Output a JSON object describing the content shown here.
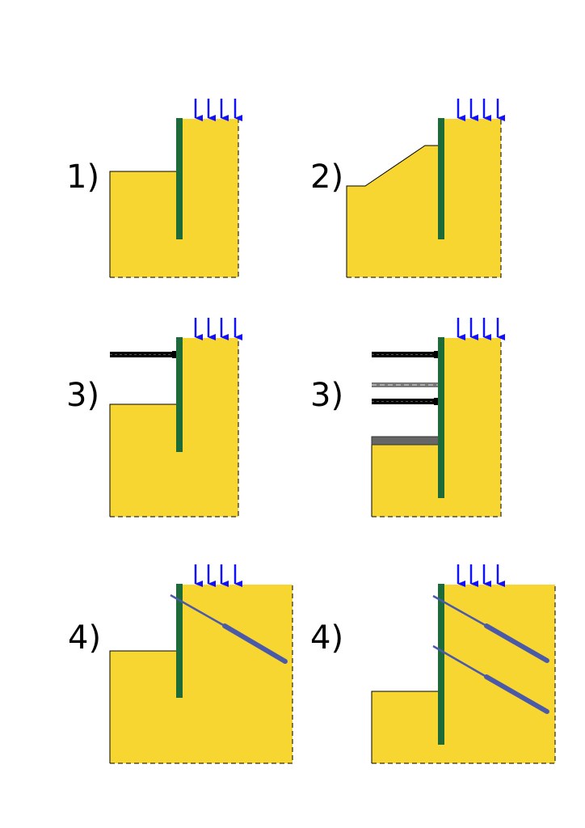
{
  "colors": {
    "soil": "#f7d631",
    "wall": "#1e6b3a",
    "load": "#1010ff",
    "anchor": "#4a5aa8",
    "strut": "#000000",
    "strut_alt": "#777777",
    "slab": "#666666"
  },
  "panels": [
    {
      "id": "p1",
      "label": "1)",
      "features": [
        "surcharge-load",
        "cantilever-wall"
      ]
    },
    {
      "id": "p2",
      "label": "2)",
      "features": [
        "surcharge-load",
        "cantilever-wall",
        "berm"
      ]
    },
    {
      "id": "p3a",
      "label": "3)",
      "features": [
        "surcharge-load",
        "wall",
        "strut"
      ]
    },
    {
      "id": "p3b",
      "label": "3)",
      "features": [
        "surcharge-load",
        "wall",
        "struts",
        "base-slab"
      ]
    },
    {
      "id": "p4a",
      "label": "4)",
      "features": [
        "surcharge-load",
        "wall",
        "ground-anchor"
      ]
    },
    {
      "id": "p4b",
      "label": "4)",
      "features": [
        "surcharge-load",
        "wall",
        "ground-anchors"
      ]
    }
  ]
}
